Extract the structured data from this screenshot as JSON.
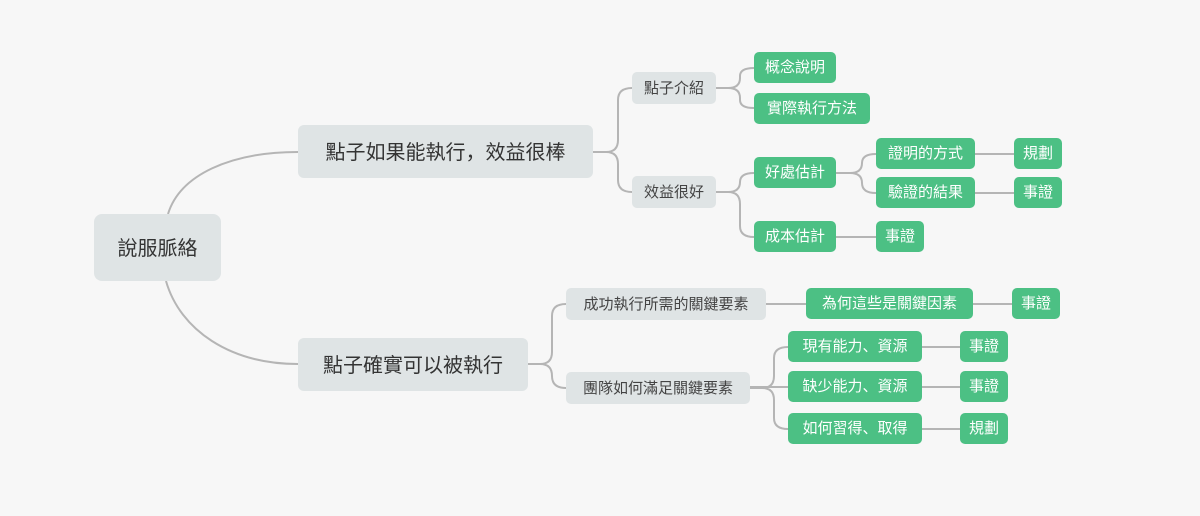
{
  "mindmap": {
    "root": "說服脈絡",
    "branch1": {
      "label": "點子如果能執行，效益很棒",
      "intro": {
        "label": "點子介紹",
        "concept": "概念說明",
        "method": "實際執行方法"
      },
      "benefit": {
        "label": "效益很好",
        "estimate": {
          "label": "好處估計",
          "proof_method": "證明的方式",
          "proof_method_leaf": "規劃",
          "verify_result": "驗證的結果",
          "verify_result_leaf": "事證"
        },
        "cost": {
          "label": "成本估計",
          "leaf": "事證"
        }
      }
    },
    "branch2": {
      "label": "點子確實可以被執行",
      "factors": {
        "label": "成功執行所需的關鍵要素",
        "why": "為何這些是關鍵因素",
        "why_leaf": "事證"
      },
      "team": {
        "label": "團隊如何滿足關鍵要素",
        "current": "現有能力、資源",
        "current_leaf": "事證",
        "missing": "缺少能力、資源",
        "missing_leaf": "事證",
        "acquire": "如何習得、取得",
        "acquire_leaf": "規劃"
      }
    }
  },
  "colors": {
    "leaf": "#4cc084",
    "node": "#dfe4e5",
    "connector": "#b5b5b5",
    "background": "#f7f7f7"
  }
}
